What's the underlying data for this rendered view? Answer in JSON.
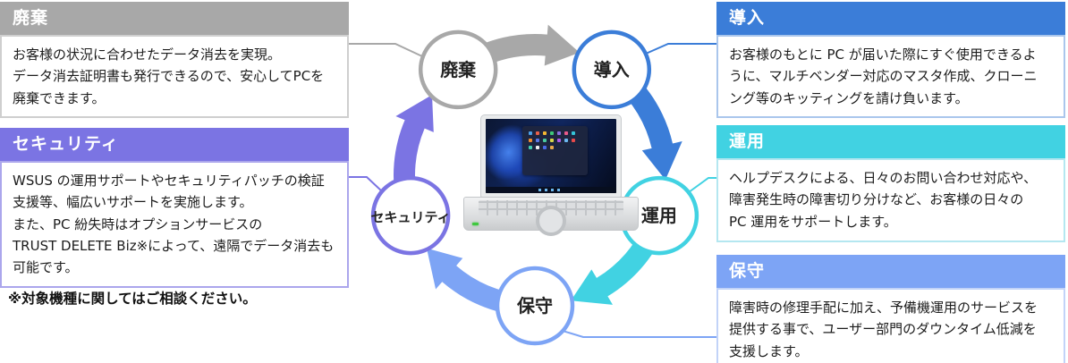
{
  "colors": {
    "haiki": "#a8a8a8",
    "donyu": "#3b7dd8",
    "unyo": "#41d2e2",
    "hoshu": "#7da4f5",
    "security": "#7b74e3",
    "haiki_border": "#cfcfcf",
    "donyu_border": "#aac6ec",
    "unyo_border": "#b4e7f0",
    "hoshu_border": "#c2d3f8",
    "security_border": "#aba6ec"
  },
  "boxes": {
    "haiki": {
      "title": "廃棄",
      "body": "お客様の状況に合わせたデータ消去を実現。\nデータ消去証明書も発行できるので、安心してPCを\n廃棄できます。"
    },
    "security": {
      "title": "セキュリティ",
      "body": "WSUS の運用サポートやセキュリティパッチの検証\n支援等、幅広いサポートを実施します。\nまた、PC 紛失時はオプションサービスの\nTRUST DELETE Biz※によって、遠隔でデータ消去も\n可能です。"
    },
    "donyu": {
      "title": "導入",
      "body": "お客様のもとに PC が届いた際にすぐ使用できるよ\nうに、マルチベンダー対応のマスタ作成、クローニ\nング等のキッティングを請け負います。"
    },
    "unyo": {
      "title": "運用",
      "body": "ヘルプデスクによる、日々のお問い合わせ対応や、\n障害発生時の障害切り分けなど、お客様の日々の\nPC 運用をサポートします。"
    },
    "hoshu": {
      "title": "保守",
      "body": "障害時の修理手配に加え、予備機運用のサービスを\n提供する事で、ユーザー部門のダウンタイム低減を\n支援します。"
    }
  },
  "note": "※対象機種に関してはご相談ください。",
  "diagram": {
    "nodes": [
      {
        "id": "haiki",
        "label": "廃棄",
        "color": "#a8a8a8"
      },
      {
        "id": "donyu",
        "label": "導入",
        "color": "#3b7dd8"
      },
      {
        "id": "unyo",
        "label": "運用",
        "color": "#41d2e2"
      },
      {
        "id": "hoshu",
        "label": "保守",
        "color": "#7da4f5"
      },
      {
        "id": "security",
        "label": "セキュリティ",
        "color": "#7b74e3"
      }
    ],
    "cycle_order": [
      "security",
      "haiki",
      "donyu",
      "unyo",
      "hoshu"
    ]
  }
}
